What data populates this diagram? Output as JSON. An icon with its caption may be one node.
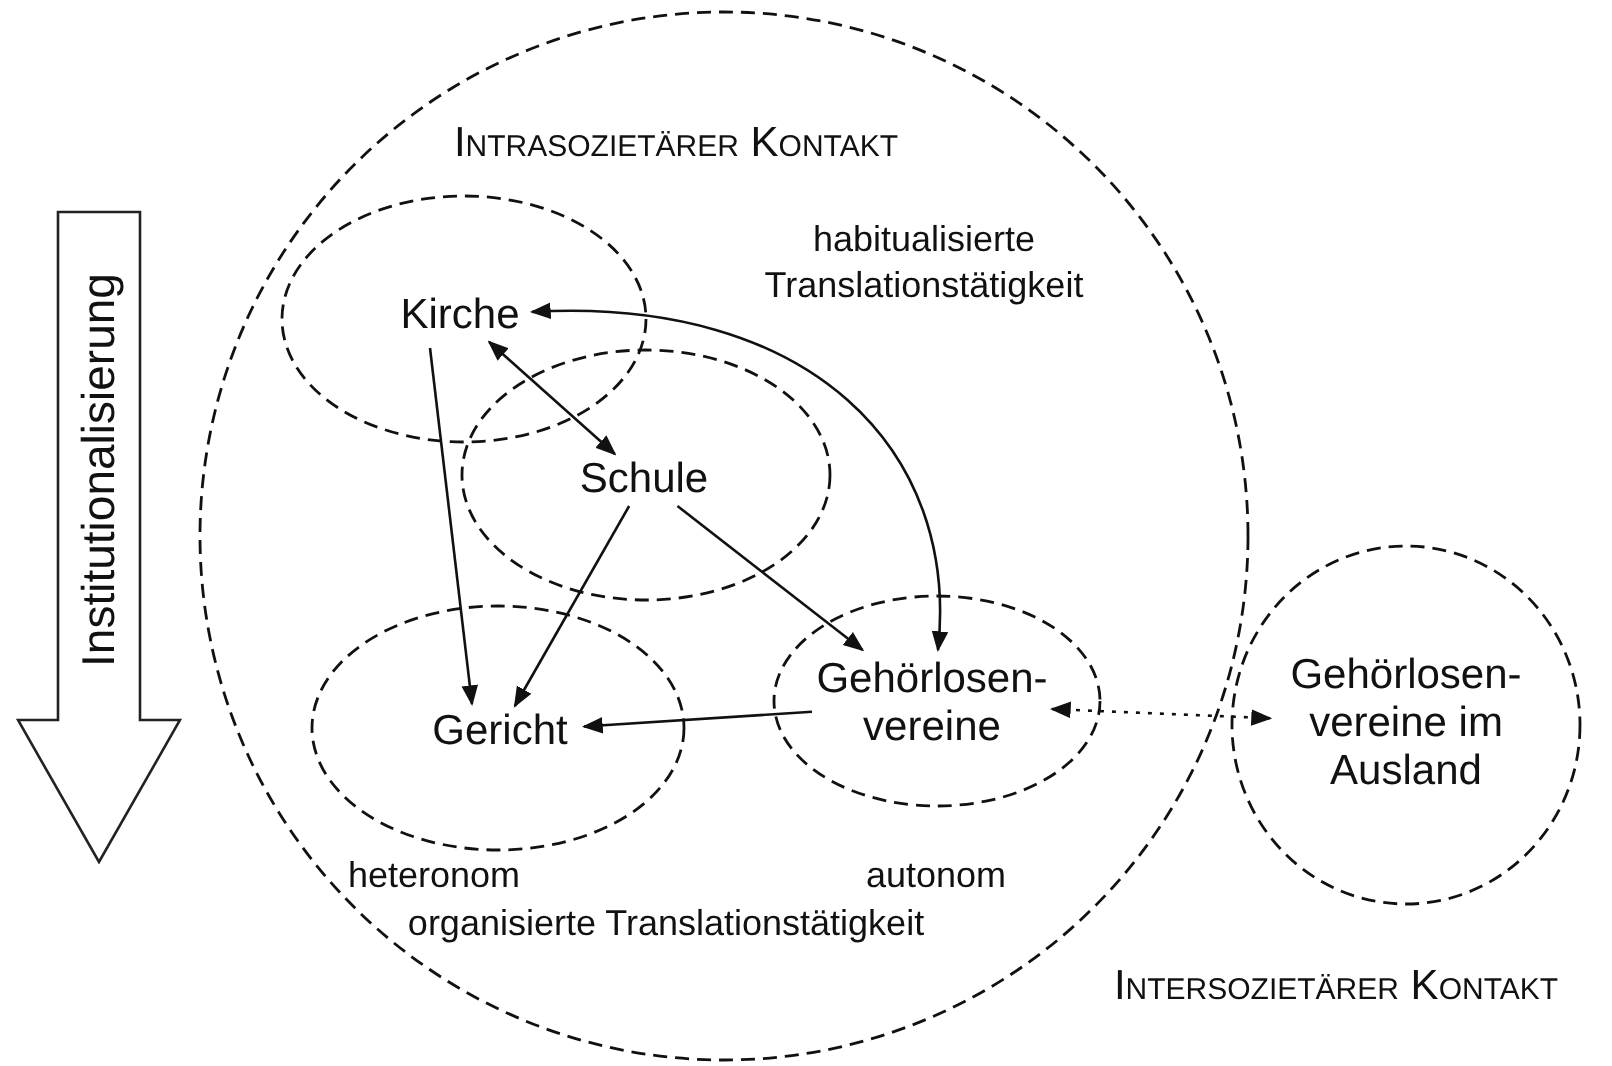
{
  "diagram": {
    "nodes": [
      {
        "text": [
          "Intrasozietärer Kontakt"
        ]
      },
      {
        "text": [
          "Kirche"
        ],
        "in": 0
      },
      {
        "text": [
          "Schule"
        ],
        "in": 0
      },
      {
        "text": [
          "Gericht"
        ],
        "in": 0
      },
      {
        "text": [
          "Gehörlosen-vereine"
        ],
        "in": 0
      },
      {
        "text": [
          "Gehörlosen-vereine im Ausland"
        ]
      },
      {
        "text": [
          "Institutionalisierung"
        ]
      }
    ],
    "edges": [
      {
        "from": 1,
        "to": 2,
        "arrow": "both"
      },
      {
        "from": 1,
        "to": 3,
        "arrow": "to"
      },
      {
        "from": 2,
        "to": 3,
        "arrow": "to"
      },
      {
        "from": 2,
        "to": 4,
        "arrow": "to"
      },
      {
        "from": 1,
        "to": 4,
        "arrow": "both"
      },
      {
        "from": 4,
        "to": 3,
        "arrow": "to"
      },
      {
        "from": 4,
        "to": 5,
        "arrow": "both",
        "style": "dashed"
      }
    ],
    "labels": [
      "habitualisierte Translationstätigkeit",
      "heteronom",
      "autonom",
      "organisierte Translationstätigkeit",
      "Intersozietärer Kontakt"
    ]
  }
}
